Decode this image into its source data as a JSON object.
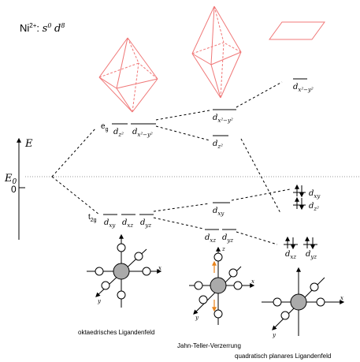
{
  "ion": {
    "label": "Ni",
    "charge": "2+",
    "config_s": "s",
    "config_s_exp": "0",
    "config_d": "d",
    "config_d_exp": "8"
  },
  "energy_axis": {
    "label": "E",
    "e0_label": "E",
    "e0_sub": "0",
    "zero_label": "0"
  },
  "octahedral": {
    "eg_label": "e",
    "eg_sub": "g",
    "t2g_label": "t",
    "t2g_sub": "2g",
    "caption": "oktaedrisches Ligandenfeld"
  },
  "jahn_teller": {
    "caption": "Jahn-Teller-Verzerrung"
  },
  "square_planar": {
    "caption": "quadratisch planares Ligandenfeld"
  },
  "orbitals": {
    "dz2": "z²",
    "dx2y2": "x²−y²",
    "dxy": "xy",
    "dxz": "xz",
    "dyz": "yz",
    "d": "d"
  },
  "axes": {
    "x": "x",
    "y": "y",
    "z": "z"
  },
  "colors": {
    "polyhedron": "#f07878",
    "arrow_orange": "#e8831a",
    "metal": "#aaaaaa",
    "dotted_line": "#999999"
  }
}
